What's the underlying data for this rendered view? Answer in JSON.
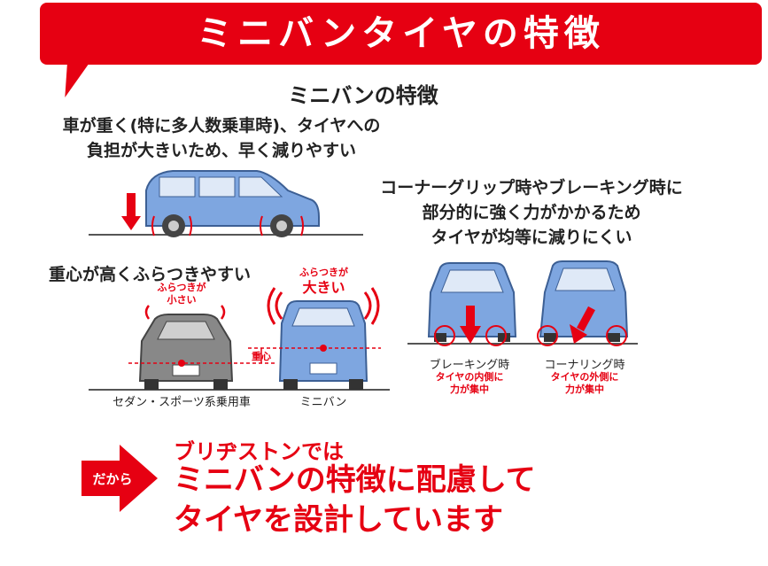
{
  "header": {
    "title": "ミニバンタイヤの特徴"
  },
  "subtitle": "ミニバンの特徴",
  "feature_heavy": {
    "line1": "車が重く(特に多人数乗車時)、タイヤへの",
    "line2": "負担が大きいため、早く減りやすい"
  },
  "feature_cornering": {
    "line1": "コーナーグリップ時やブレーキング時に",
    "line2": "部分的に強く力がかかるため",
    "line3": "タイヤが均等に減りにくい",
    "braking_label": "ブレーキング時",
    "braking_note1": "タイヤの内側に",
    "braking_note2": "力が集中",
    "cornering_label": "コーナリング時",
    "cornering_note1": "タイヤの外側に",
    "cornering_note2": "力が集中"
  },
  "feature_wobble": {
    "heading": "重心が高くふらつきやすい",
    "sedan_wobble1": "ふらつきが",
    "sedan_wobble2": "小さい",
    "minivan_wobble1": "ふらつきが",
    "minivan_wobble2": "大きい",
    "cog_label": "重心",
    "sedan_caption": "セダン・スポーツ系乗用車",
    "minivan_caption": "ミニバン"
  },
  "cta": {
    "arrow_label": "だから",
    "line1": "ブリヂストンでは",
    "line2": "ミニバンの特徴に配慮して",
    "line3": "タイヤを設計しています"
  },
  "colors": {
    "brand_red": "#e60012",
    "car_blue": "#7ea6e0",
    "car_gray": "#888888"
  }
}
